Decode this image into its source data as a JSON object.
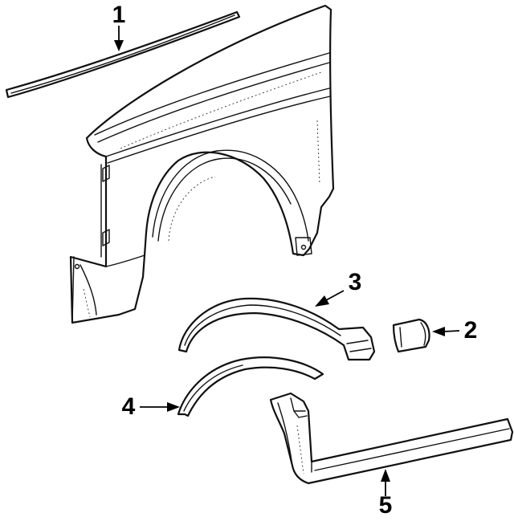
{
  "callouts": [
    {
      "id": "1",
      "label": "1"
    },
    {
      "id": "2",
      "label": "2"
    },
    {
      "id": "3",
      "label": "3"
    },
    {
      "id": "4",
      "label": "4"
    },
    {
      "id": "5",
      "label": "5"
    }
  ],
  "colors": {
    "line": "#111111",
    "fill": "#ffffff",
    "label": "#000000"
  }
}
